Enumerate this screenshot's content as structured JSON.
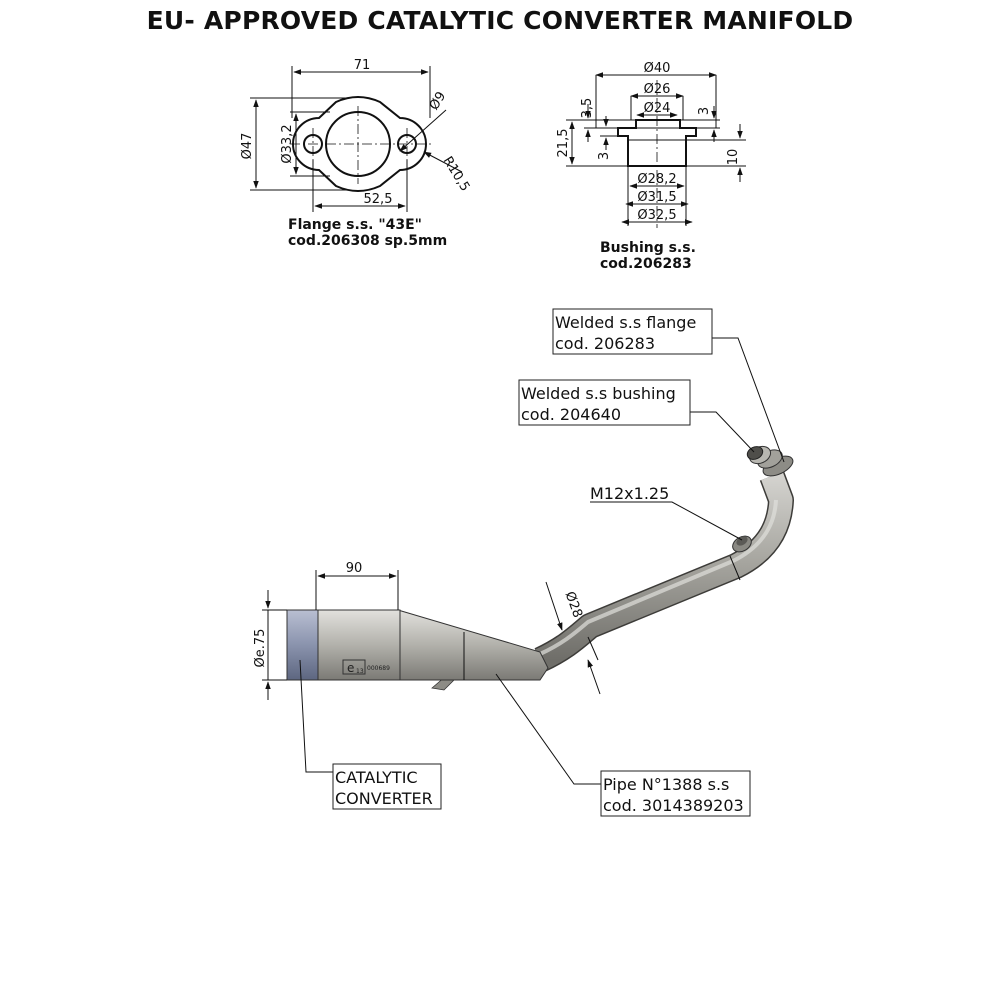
{
  "title": "EU- APPROVED CATALYTIC CONVERTER MANIFOLD",
  "flange": {
    "caption_line1": "Flange s.s.     \"43E\"",
    "caption_line2": "cod.206308 sp.5mm",
    "dims": {
      "width": "71",
      "hole_spacing": "52,5",
      "height": "Ø47",
      "bore": "Ø33,2",
      "hole": "Ø9",
      "radius": "R10,5"
    }
  },
  "bushing": {
    "caption_line1": "Bushing s.s.",
    "caption_line2": "cod.206283",
    "dims": {
      "d40": "Ø40",
      "d26": "Ø26",
      "d24": "Ø24",
      "d28_2": "Ø28,2",
      "d31_5": "Ø31,5",
      "d32_5": "Ø32,5",
      "h21_5": "21,5",
      "h3_5": "3,5",
      "h3_left": "3",
      "h3_right": "3",
      "h10": "10"
    }
  },
  "assembly": {
    "dims": {
      "length_90": "90",
      "diameter_cat": "Øe.75",
      "diameter_pipe": "Ø28"
    },
    "marking": {
      "e_mark": "e",
      "e_num": "13",
      "code": "000689"
    },
    "callouts": {
      "welded_flange_1": "Welded s.s flange",
      "welded_flange_2": "cod. 206283",
      "welded_bushing_1": "Welded s.s bushing",
      "welded_bushing_2": "cod. 204640",
      "thread": "M12x1.25",
      "pipe_1": "Pipe N°1388 s.s",
      "pipe_2": "cod. 3014389203",
      "cat_1": "CATALYTIC",
      "cat_2": "CONVERTER"
    }
  },
  "colors": {
    "metal_dark": "#6f6e69",
    "metal_mid": "#a8a7a1",
    "metal_light": "#d4d3cf",
    "catalyst_blue": "#8a93ad"
  }
}
